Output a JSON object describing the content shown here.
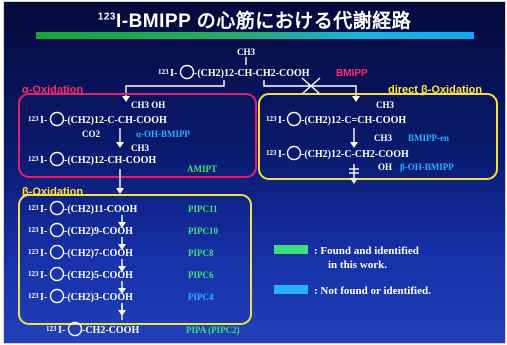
{
  "title": {
    "isotope": "123",
    "text": "I-BMIPP の心筋における代謝経路"
  },
  "top": {
    "ch3": "CH3",
    "formula_left": "I-",
    "formula_right": "-(CH2)12-CH-CH2-COOH",
    "label": "BMIPP"
  },
  "alpha": {
    "heading": "α-Oxidation",
    "r1_sub": "CH3 OH",
    "r1_left": "I-",
    "r1_right": "-(CH2)12-C-CH-COOH",
    "co2": "CO2",
    "r1_label": "α-OH-BMIPP",
    "r2_sub": "CH3",
    "r2_left": "I-",
    "r2_right": "-(CH2)12-CH-COOH",
    "r2_label": "AMIPT"
  },
  "direct": {
    "heading": "direct β-Oxidation",
    "r1_sub": "CH3",
    "r1_left": "I-",
    "r1_right": "-(CH2)12-C=CH-COOH",
    "r1_label": "BMIPP-en",
    "r2_sub": "CH3",
    "r2_left": "I-",
    "r2_right": "-(CH2)12-C-CH2-COOH",
    "r2_oh": "OH",
    "r2_label": "β-OH-BMIPP"
  },
  "beta": {
    "heading": "β-Oxidation",
    "rows": [
      {
        "chain": "-(CH2)11-COOH",
        "label": "PIPC11"
      },
      {
        "chain": "-(CH2)9-COOH",
        "label": "PIPC10"
      },
      {
        "chain": "-(CH2)7-COOH",
        "label": "PIPC8"
      },
      {
        "chain": "-(CH2)5-COOH",
        "label": "PIPC6"
      },
      {
        "chain": "-(CH2)3-COOH",
        "label": "PIPC4"
      }
    ],
    "last_chain": "-CH2-COOH",
    "last_label": "PIPA (PIPC2)"
  },
  "legend": {
    "found": ": Found and identified",
    "found2": "in this work.",
    "notfound": ": Not found or identified."
  },
  "colors": {
    "found": "#3fe07a",
    "not_found": "#2ab0ff",
    "alpha_box": "#e0206a",
    "beta_box": "#f0e040",
    "direct_box": "#f0e040"
  }
}
